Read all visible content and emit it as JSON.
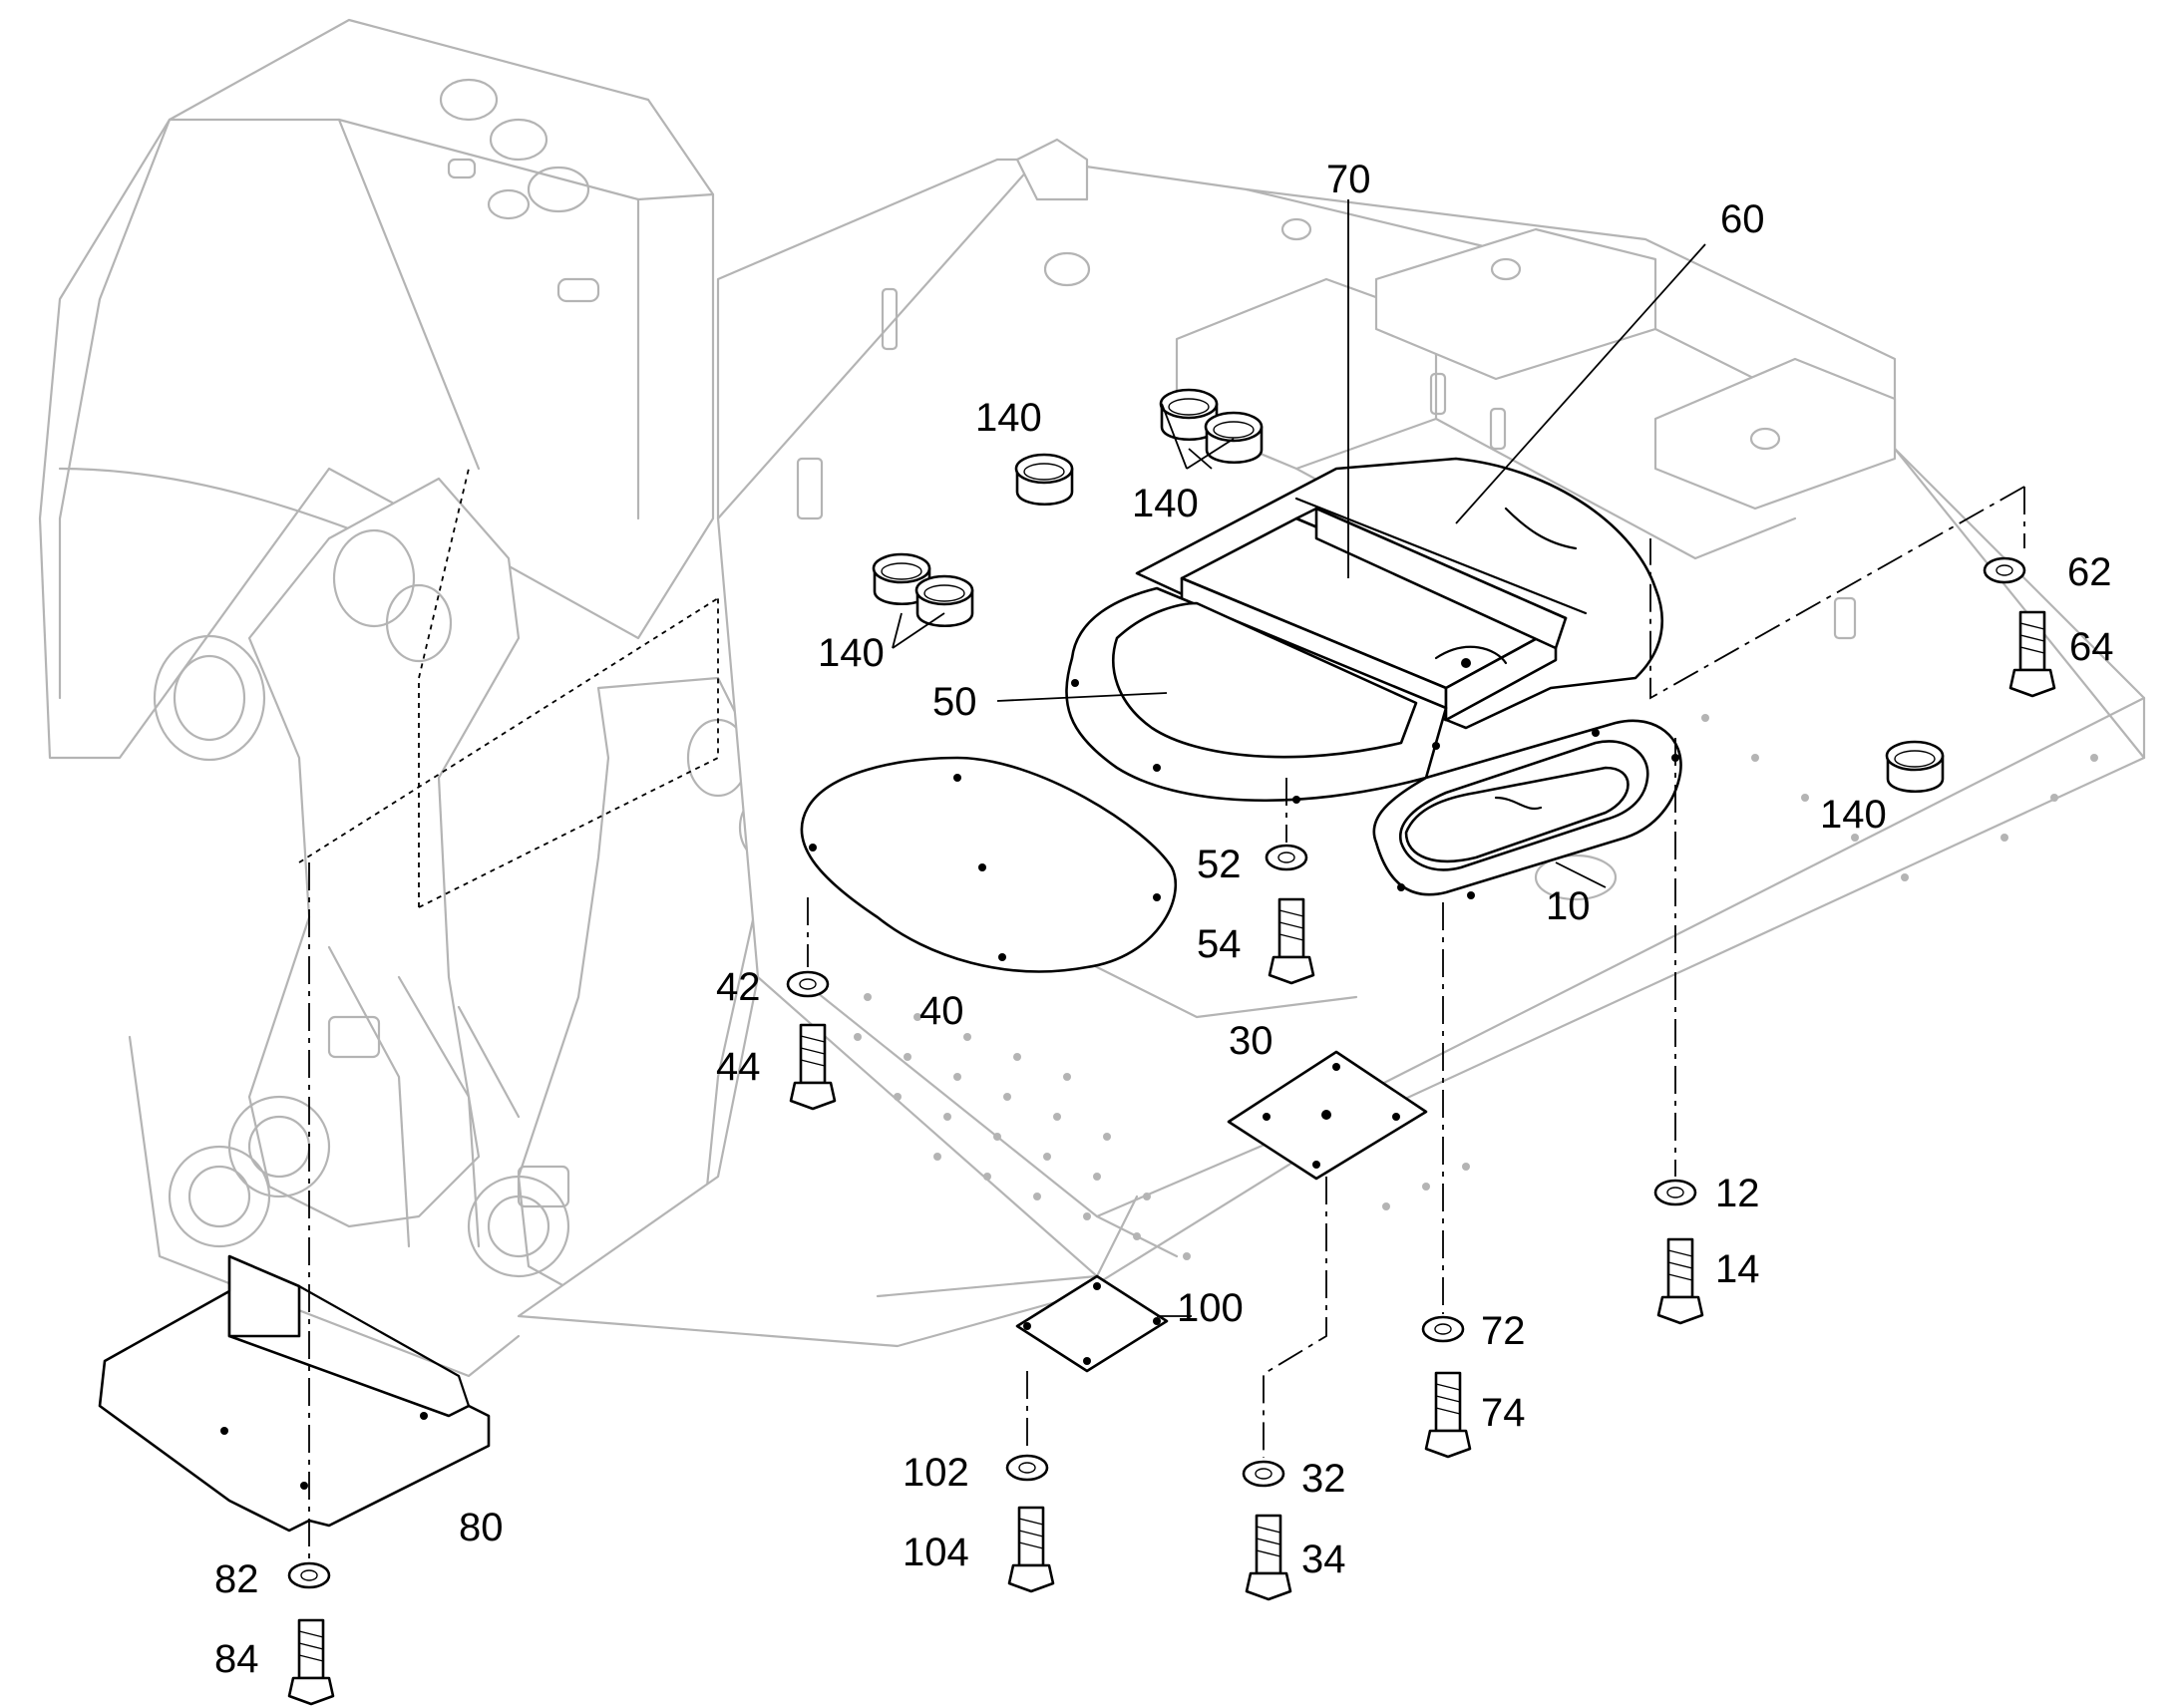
{
  "callouts": [
    {
      "id": "70",
      "text": "70"
    },
    {
      "id": "60",
      "text": "60"
    },
    {
      "id": "140a",
      "text": "140"
    },
    {
      "id": "140b",
      "text": "140"
    },
    {
      "id": "140c",
      "text": "140"
    },
    {
      "id": "140d",
      "text": "140"
    },
    {
      "id": "62",
      "text": "62"
    },
    {
      "id": "64",
      "text": "64"
    },
    {
      "id": "50",
      "text": "50"
    },
    {
      "id": "52",
      "text": "52"
    },
    {
      "id": "54",
      "text": "54"
    },
    {
      "id": "10",
      "text": "10"
    },
    {
      "id": "42",
      "text": "42"
    },
    {
      "id": "44",
      "text": "44"
    },
    {
      "id": "40",
      "text": "40"
    },
    {
      "id": "30",
      "text": "30"
    },
    {
      "id": "12",
      "text": "12"
    },
    {
      "id": "14",
      "text": "14"
    },
    {
      "id": "100",
      "text": "100"
    },
    {
      "id": "72",
      "text": "72"
    },
    {
      "id": "74",
      "text": "74"
    },
    {
      "id": "102",
      "text": "102"
    },
    {
      "id": "104",
      "text": "104"
    },
    {
      "id": "32",
      "text": "32"
    },
    {
      "id": "34",
      "text": "34"
    },
    {
      "id": "80",
      "text": "80"
    },
    {
      "id": "82",
      "text": "82"
    },
    {
      "id": "84",
      "text": "84"
    }
  ]
}
